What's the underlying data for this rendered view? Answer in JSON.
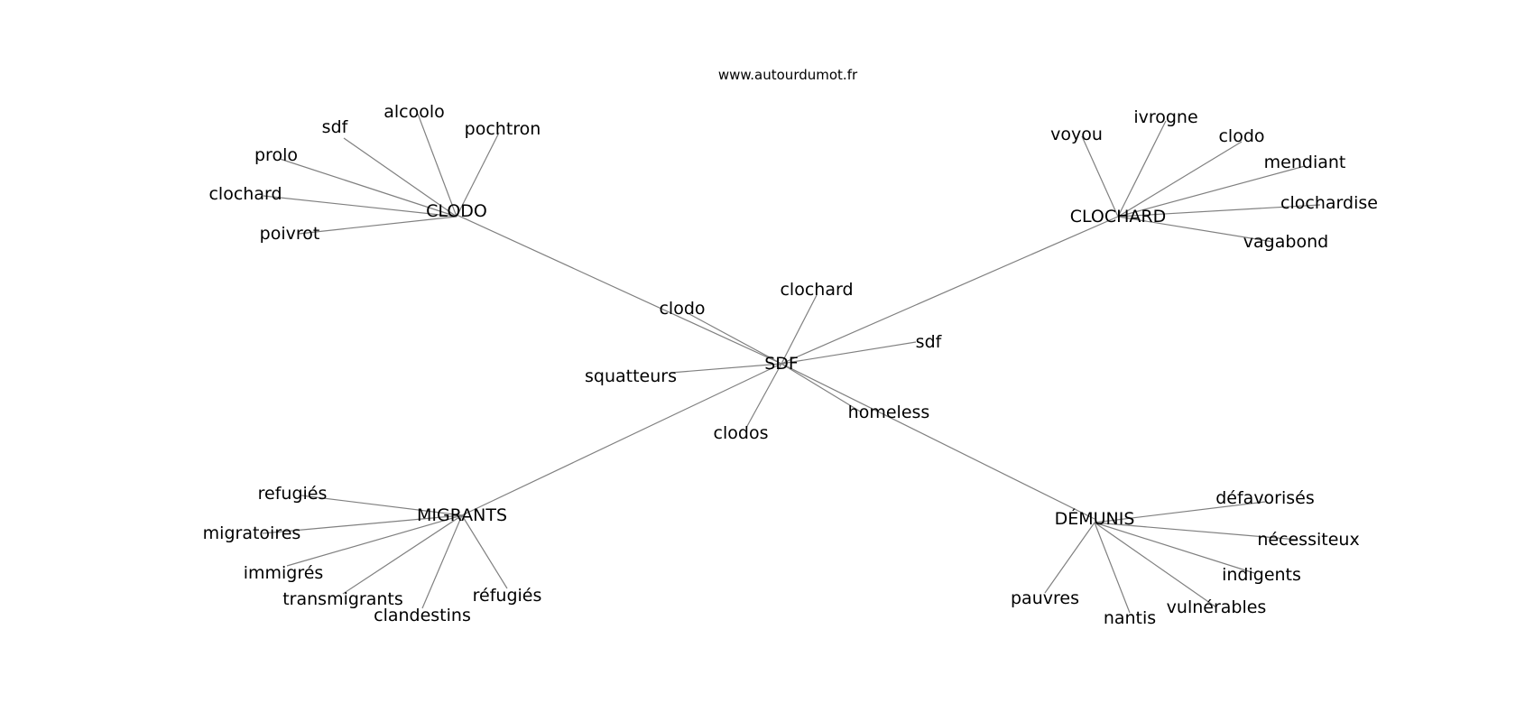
{
  "source": "www.autourdumot.fr",
  "colors": {
    "edge": "#808080",
    "text": "#000000",
    "background": "#ffffff"
  },
  "nodes": {
    "sdf_center": "SDF",
    "clodo_hub": "CLODO",
    "clochard_hub": "CLOCHARD",
    "migrants_hub": "MIGRANTS",
    "demunis_hub": "DÉMUNIS",
    "clodo_near": "clodo",
    "clochard_near": "clochard",
    "sdf_near": "sdf",
    "squatteurs": "squatteurs",
    "clodos": "clodos",
    "homeless": "homeless",
    "clodo_sdf": "sdf",
    "alcoolo": "alcoolo",
    "pochtron": "pochtron",
    "prolo": "prolo",
    "clodo_clochard": "clochard",
    "poivrot": "poivrot",
    "voyou": "voyou",
    "ivrogne": "ivrogne",
    "clochard_clodo": "clodo",
    "mendiant": "mendiant",
    "clochardise": "clochardise",
    "vagabond": "vagabond",
    "refugies": "refugiés",
    "migratoires": "migratoires",
    "immigres": "immigrés",
    "transmigrants": "transmigrants",
    "clandestins": "clandestins",
    "refugies_accent": "réfugiés",
    "defavorises": "défavorisés",
    "necessiteux": "nécessiteux",
    "indigents": "indigents",
    "vulnerables": "vulnérables",
    "nantis": "nantis",
    "pauvres": "pauvres"
  }
}
